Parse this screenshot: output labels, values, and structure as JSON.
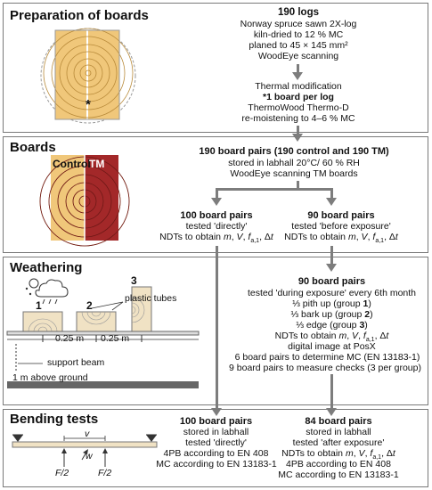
{
  "prep": {
    "title": "Preparation of boards",
    "logs_title": "190 logs",
    "lines": [
      "Norway spruce sawn 2X-log",
      "kiln-dried to 12 % MC",
      "planed to 45 × 145 mm²",
      "WoodEye scanning"
    ],
    "thermal_lines": [
      "Thermal modification",
      "*1 board per log",
      "ThermoWood Thermo-D",
      "re-moistening to 4–6 % MC"
    ],
    "asterisk": "*"
  },
  "boards": {
    "title": "Boards",
    "pairs_title": "190 board pairs (190 control and 190 TM)",
    "lines": [
      "stored in labhall 20°C/ 60 % RH",
      "WoodEye scanning TM boards"
    ],
    "control_label": "Control",
    "tm_label": "TM",
    "left_title": "100 board pairs",
    "left_lines": [
      "tested 'directly'",
      "NDTs to obtain m, V, fa,1, Δt"
    ],
    "right_title": "90 board pairs",
    "right_lines": [
      "tested 'before exposure'",
      "NDTs to obtain m, V, fa,1, Δt"
    ]
  },
  "weathering": {
    "title": "Weathering",
    "plastic_tubes": "plastic tubes",
    "labels": [
      "1",
      "2",
      "3"
    ],
    "dist1": "0.25 m",
    "dist2": "0.25 m",
    "support_beam": "support beam",
    "above_ground": "1 m above ground",
    "pairs_title": "90 board pairs",
    "lines": [
      "tested 'during exposure' every 6th month",
      "⅓ pith up (group 1)",
      "⅓ bark up (group 2)",
      "⅓ edge (group 3)",
      "NDTs  to obtain m, V, fa,1, Δt",
      "digital image at PosX",
      "6 board pairs to determine MC (EN 13183-1)",
      "9 board pairs to measure checks (3 per group)"
    ]
  },
  "bending": {
    "title": "Bending tests",
    "v_label": "v",
    "w_label": "w",
    "f_left": "F/2",
    "f_right": "F/2",
    "left_title": "100 board pairs",
    "left_lines": [
      "stored in labhall",
      "tested 'directly'",
      "4PB according to EN 408",
      "MC according to EN 13183-1"
    ],
    "right_title": "84 board pairs",
    "right_lines": [
      "stored in labhall",
      "tested 'after exposure'",
      "NDTs to obtain m, V, fa,1, Δt",
      "4PB according to EN 408",
      "MC according to EN 13183-1"
    ]
  }
}
